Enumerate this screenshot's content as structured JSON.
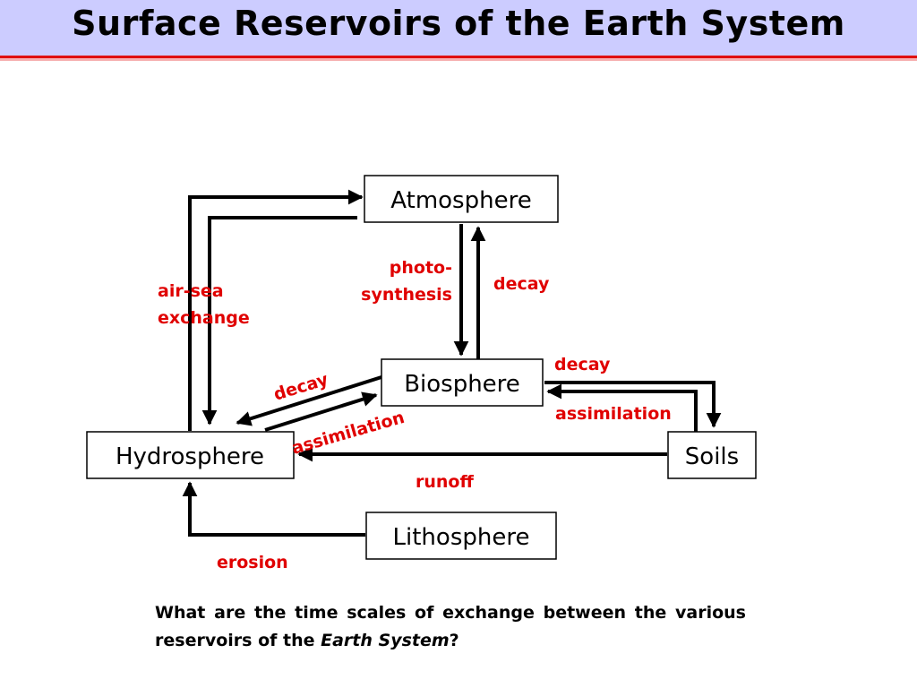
{
  "title": "Surface Reservoirs of the Earth System",
  "nodes": {
    "atmosphere": "Atmosphere",
    "biosphere": "Biosphere",
    "hydrosphere": "Hydrosphere",
    "soils": "Soils",
    "lithosphere": "Lithosphere"
  },
  "flows": {
    "air_sea_1": "air-sea",
    "air_sea_2": "exchange",
    "photo_1": "photo-",
    "photo_2": "synthesis",
    "decay_atm": "decay",
    "decay_soils": "decay",
    "assimilation_soils": "assimilation",
    "decay_hydro": "decay",
    "assimilation_hydro": "assimilation",
    "runoff": "runoff",
    "erosion": "erosion"
  },
  "question": {
    "text": "What are the time scales of exchange between the various reservoirs of the ",
    "emphasis": "Earth System",
    "end": "?"
  },
  "colors": {
    "title_bg": "#ccccff",
    "rule": "#e01010",
    "flow_label": "#e00000"
  }
}
